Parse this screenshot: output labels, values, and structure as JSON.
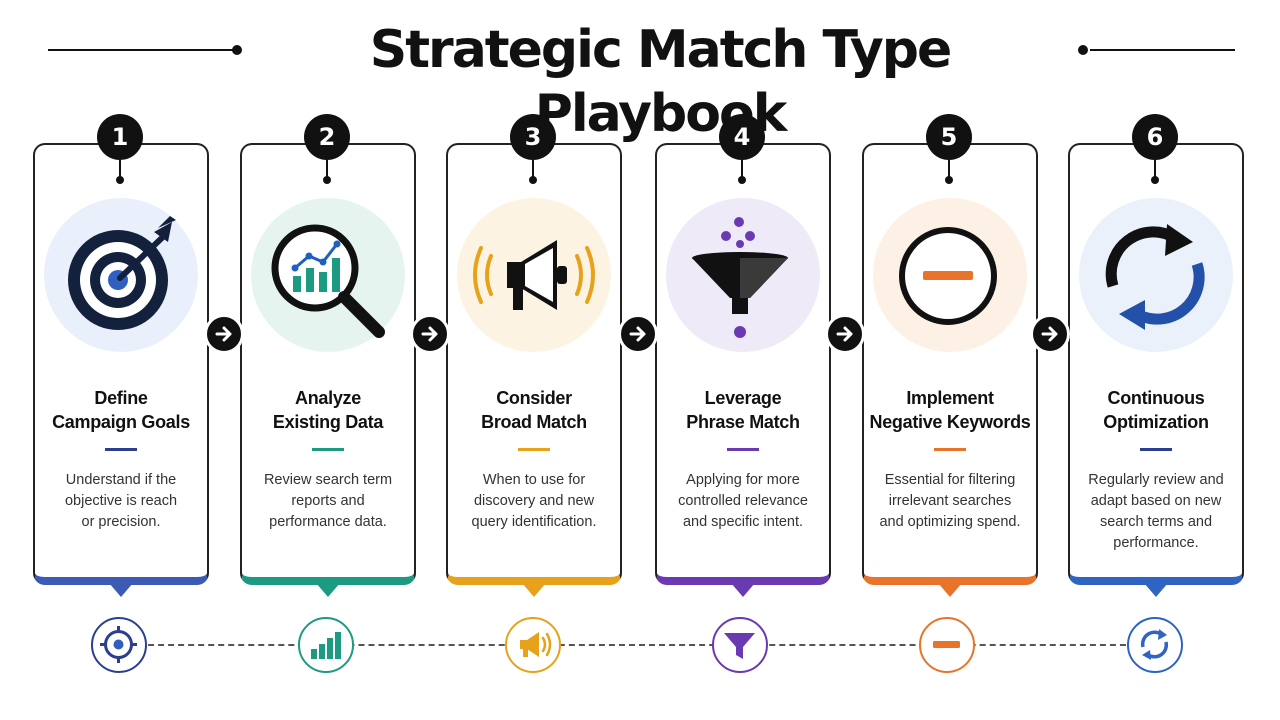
{
  "title": "Strategic Match Type Playbook",
  "steps": [
    {
      "number": "1",
      "title": [
        "Define",
        "Campaign Goals"
      ],
      "desc": [
        "Understand if the",
        "objective is reach",
        "or precision."
      ],
      "icon": "target-arrow-icon",
      "mini_icon": "crosshair-icon",
      "color": "#3b5bb5",
      "bg": "#eaf0fb"
    },
    {
      "number": "2",
      "title": [
        "Analyze",
        "Existing Data"
      ],
      "desc": [
        "Review search term",
        "reports and",
        "performance data."
      ],
      "icon": "magnifier-chart-icon",
      "mini_icon": "bar-chart-icon",
      "color": "#1d9a82",
      "bg": "#e6f4f0"
    },
    {
      "number": "3",
      "title": [
        "Consider",
        "Broad Match"
      ],
      "desc": [
        "When to use for",
        "discovery and new",
        "query identification."
      ],
      "icon": "megaphone-icon",
      "mini_icon": "megaphone-icon",
      "color": "#e6a21a",
      "bg": "#fdf3e2"
    },
    {
      "number": "4",
      "title": [
        "Leverage",
        "Phrase Match"
      ],
      "desc": [
        "Applying for more",
        "controlled relevance",
        "and specific intent."
      ],
      "icon": "funnel-icon",
      "mini_icon": "funnel-icon",
      "color": "#6a3ab2",
      "bg": "#efeaf7"
    },
    {
      "number": "5",
      "title": [
        "Implement",
        "Negative Keywords"
      ],
      "desc": [
        "Essential for filtering",
        "irrelevant searches",
        "and optimizing spend."
      ],
      "icon": "minus-circle-icon",
      "mini_icon": "minus-icon",
      "color": "#e8742a",
      "bg": "#fdf0e4"
    },
    {
      "number": "6",
      "title": [
        "Continuous",
        "Optimization"
      ],
      "desc": [
        "Regularly review and",
        "adapt based on new",
        "search terms and",
        "performance."
      ],
      "icon": "refresh-cycle-icon",
      "mini_icon": "refresh-icon",
      "color": "#2f64c2",
      "bg": "#eaf1fb"
    }
  ]
}
